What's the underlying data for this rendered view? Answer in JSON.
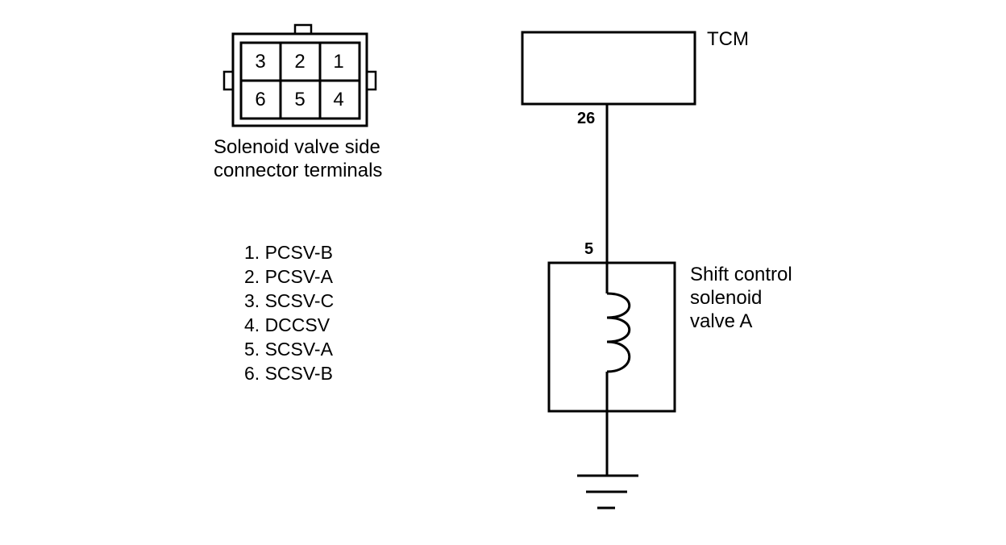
{
  "connector": {
    "caption_line1": "Solenoid valve side",
    "caption_line2": "connector terminals",
    "cells": [
      "3",
      "2",
      "1",
      "6",
      "5",
      "4"
    ]
  },
  "terminal_list": [
    "1. PCSV-B",
    "2. PCSV-A",
    "3. SCSV-C",
    "4. DCCSV",
    "5. SCSV-A",
    "6. SCSV-B"
  ],
  "tcm": {
    "label": "TCM",
    "pin": "26"
  },
  "solenoid": {
    "pin": "5",
    "label_line1": "Shift control",
    "label_line2": "solenoid",
    "label_line3": "valve A"
  }
}
